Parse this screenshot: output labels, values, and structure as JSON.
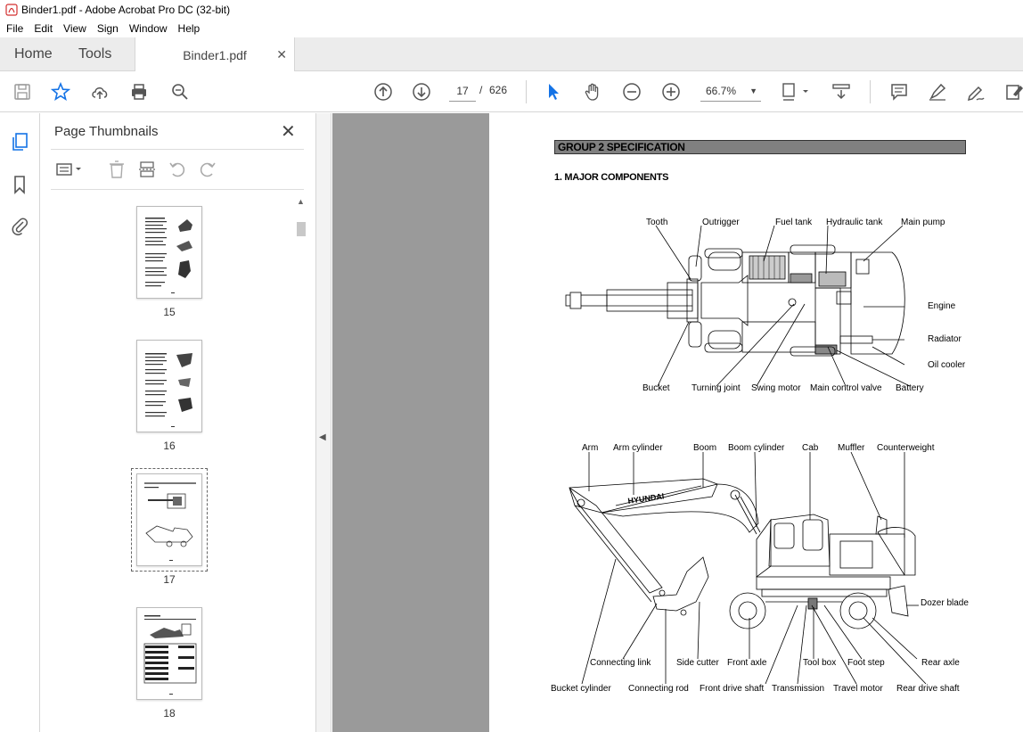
{
  "window": {
    "title": "Binder1.pdf - Adobe Acrobat Pro DC (32-bit)"
  },
  "menu": [
    "File",
    "Edit",
    "View",
    "Sign",
    "Window",
    "Help"
  ],
  "tabs": {
    "home": "Home",
    "tools": "Tools",
    "document": "Binder1.pdf"
  },
  "toolbar": {
    "current_page": "17",
    "page_separator": "/",
    "total_pages": "626",
    "zoom": "66.7%"
  },
  "panel": {
    "title": "Page Thumbnails",
    "thumbnails": [
      {
        "label": "15"
      },
      {
        "label": "16"
      },
      {
        "label": "17",
        "selected": true
      },
      {
        "label": "18"
      }
    ]
  },
  "document": {
    "group_header": "GROUP 2 SPECIFICATION",
    "section_heading": "1. MAJOR COMPONENTS",
    "top_view_labels": {
      "tooth": "Tooth",
      "outrigger": "Outrigger",
      "fuel_tank": "Fuel tank",
      "hydraulic_tank": "Hydraulic tank",
      "main_pump": "Main pump",
      "engine": "Engine",
      "radiator": "Radiator",
      "oil_cooler": "Oil cooler",
      "bucket": "Bucket",
      "turning_joint": "Turning joint",
      "swing_motor": "Swing motor",
      "main_control_valve": "Main control valve",
      "battery": "Battery"
    },
    "side_view_labels": {
      "arm": "Arm",
      "arm_cylinder": "Arm cylinder",
      "boom": "Boom",
      "boom_cylinder": "Boom cylinder",
      "cab": "Cab",
      "muffler": "Muffler",
      "counterweight": "Counterweight",
      "dozer_blade": "Dozer blade",
      "connecting_link": "Connecting link",
      "side_cutter": "Side cutter",
      "front_axle": "Front axle",
      "tool_box": "Tool box",
      "foot_step": "Foot step",
      "rear_axle": "Rear axle",
      "bucket_cylinder": "Bucket cylinder",
      "connecting_rod": "Connecting rod",
      "front_drive_shaft": "Front drive shaft",
      "transmission": "Transmission",
      "travel_motor": "Travel motor",
      "rear_drive_shaft": "Rear drive shaft"
    },
    "brand_text": "HYUNDAI"
  }
}
